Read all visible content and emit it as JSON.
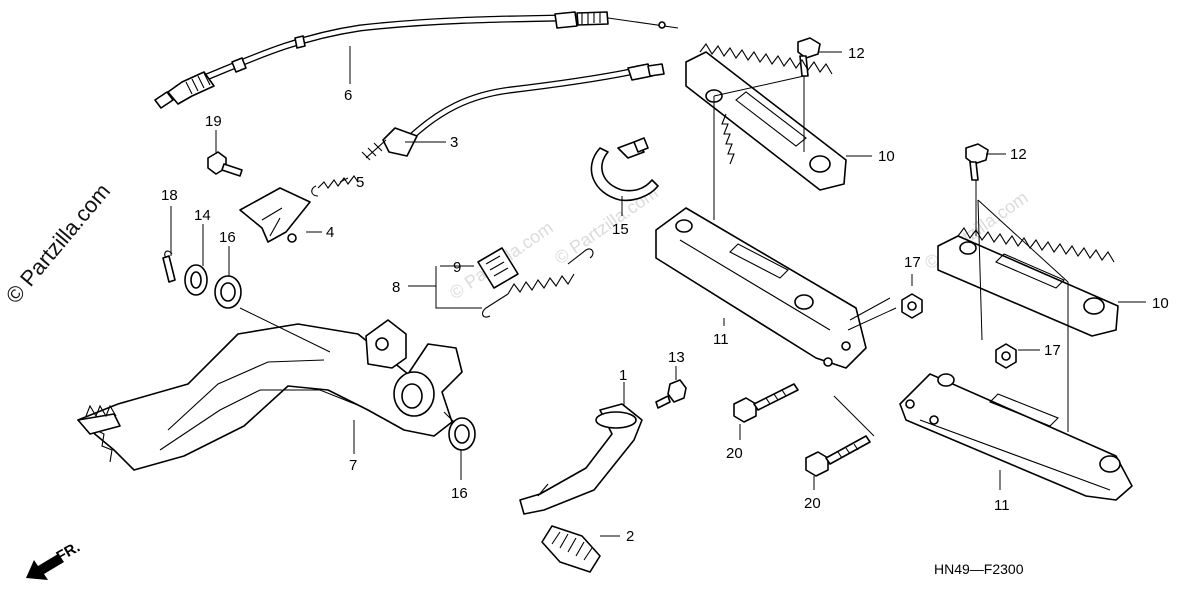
{
  "diagram_code": "HN49—F2300",
  "watermark": "© Partzilla.com",
  "direction_marker": "FR.",
  "callouts": [
    {
      "id": "c1",
      "label": "1"
    },
    {
      "id": "c2",
      "label": "2"
    },
    {
      "id": "c3",
      "label": "3"
    },
    {
      "id": "c4",
      "label": "4"
    },
    {
      "id": "c5",
      "label": "5"
    },
    {
      "id": "c6",
      "label": "6"
    },
    {
      "id": "c7",
      "label": "7"
    },
    {
      "id": "c8",
      "label": "8"
    },
    {
      "id": "c9",
      "label": "9"
    },
    {
      "id": "c10a",
      "label": "10"
    },
    {
      "id": "c10b",
      "label": "10"
    },
    {
      "id": "c11a",
      "label": "11"
    },
    {
      "id": "c11b",
      "label": "11"
    },
    {
      "id": "c12a",
      "label": "12"
    },
    {
      "id": "c12b",
      "label": "12"
    },
    {
      "id": "c13",
      "label": "13"
    },
    {
      "id": "c14",
      "label": "14"
    },
    {
      "id": "c15",
      "label": "15"
    },
    {
      "id": "c16a",
      "label": "16"
    },
    {
      "id": "c16b",
      "label": "16"
    },
    {
      "id": "c17a",
      "label": "17"
    },
    {
      "id": "c17b",
      "label": "17"
    },
    {
      "id": "c18",
      "label": "18"
    },
    {
      "id": "c19",
      "label": "19"
    },
    {
      "id": "c20a",
      "label": "20"
    },
    {
      "id": "c20b",
      "label": "20"
    }
  ]
}
